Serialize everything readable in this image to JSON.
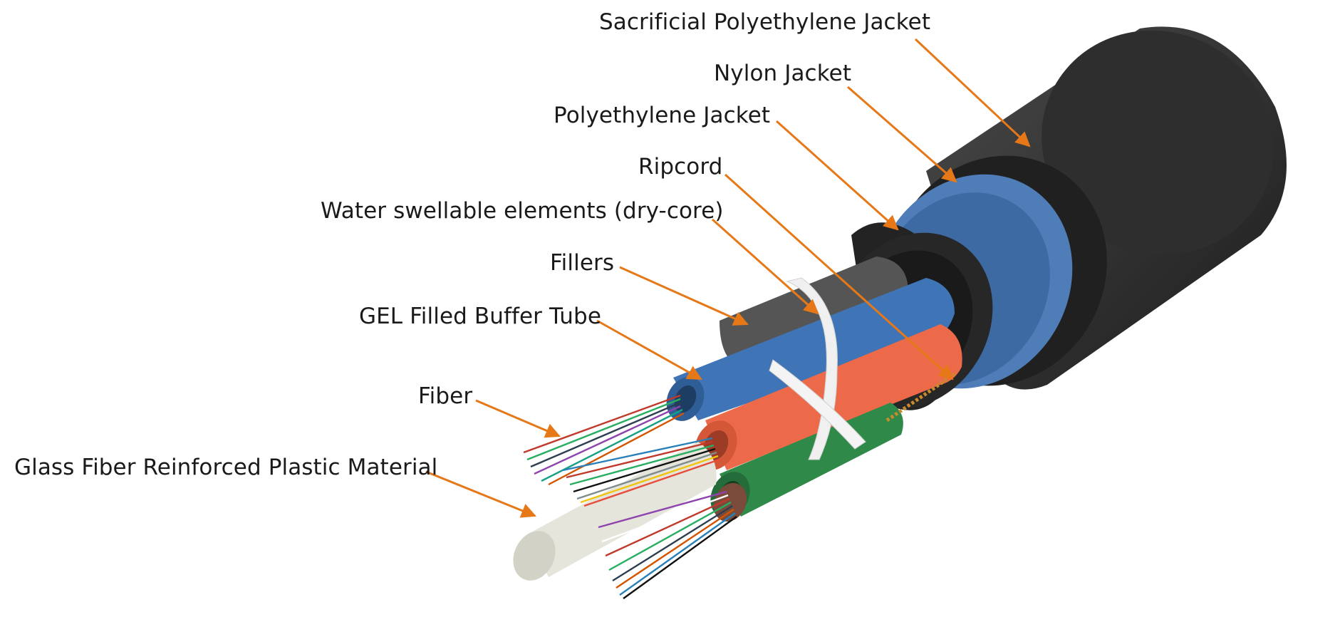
{
  "diagram": {
    "labels": {
      "sacrificial_jacket": "Sacrificial Polyethylene Jacket",
      "nylon_jacket": "Nylon Jacket",
      "polyethylene_jacket": "Polyethylene Jacket",
      "ripcord": "Ripcord",
      "water_swellable": "Water swellable elements (dry-core)",
      "fillers": "Fillers",
      "buffer_tube": "GEL Filled Buffer Tube",
      "fiber": "Fiber",
      "frp": "Glass Fiber Reinforced Plastic Material"
    }
  }
}
